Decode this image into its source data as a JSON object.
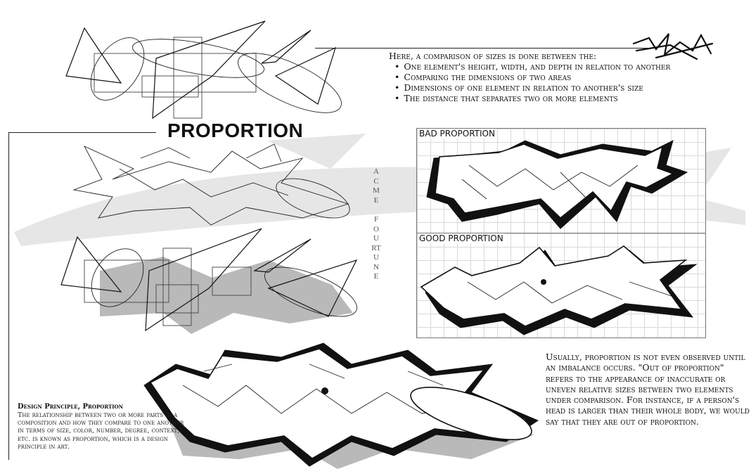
{
  "header": {
    "title": "PROPORTION"
  },
  "intro": {
    "lead": "Here, a comparison of sizes is done between the:",
    "bullets": [
      "One element's height, width, and depth in relation to another",
      "Comparing the dimensions of two areas",
      "Dimensions of one element in relation to another's size",
      "The distance that separates two or more elements"
    ]
  },
  "vertical_caption": {
    "word1": "ACME",
    "word2": "FOURTUNE"
  },
  "panels": {
    "bad_label": "BAD PROPORTION",
    "good_label": "GOOD PROPORTION"
  },
  "body_text": "Usually, proportion is not even observed until an imbalance occurs. \"Out of proportion\" refers to the appearance of inaccurate or uneven relative sizes between two elements under comparison. For instance, if a person's head is larger than their whole body, we would say that they are out of proportion.",
  "design_principle": {
    "title": "Design Principle, Proportion",
    "text": "The relationship between two or more parts in a composition and how they compare to one another in terms of size, color, number, degree, context, etc. is known as proportion, which is a design principle in art."
  },
  "colors": {
    "ink": "#111111",
    "grid": "#d9d9d9",
    "shadow": "#b9b9b9"
  }
}
